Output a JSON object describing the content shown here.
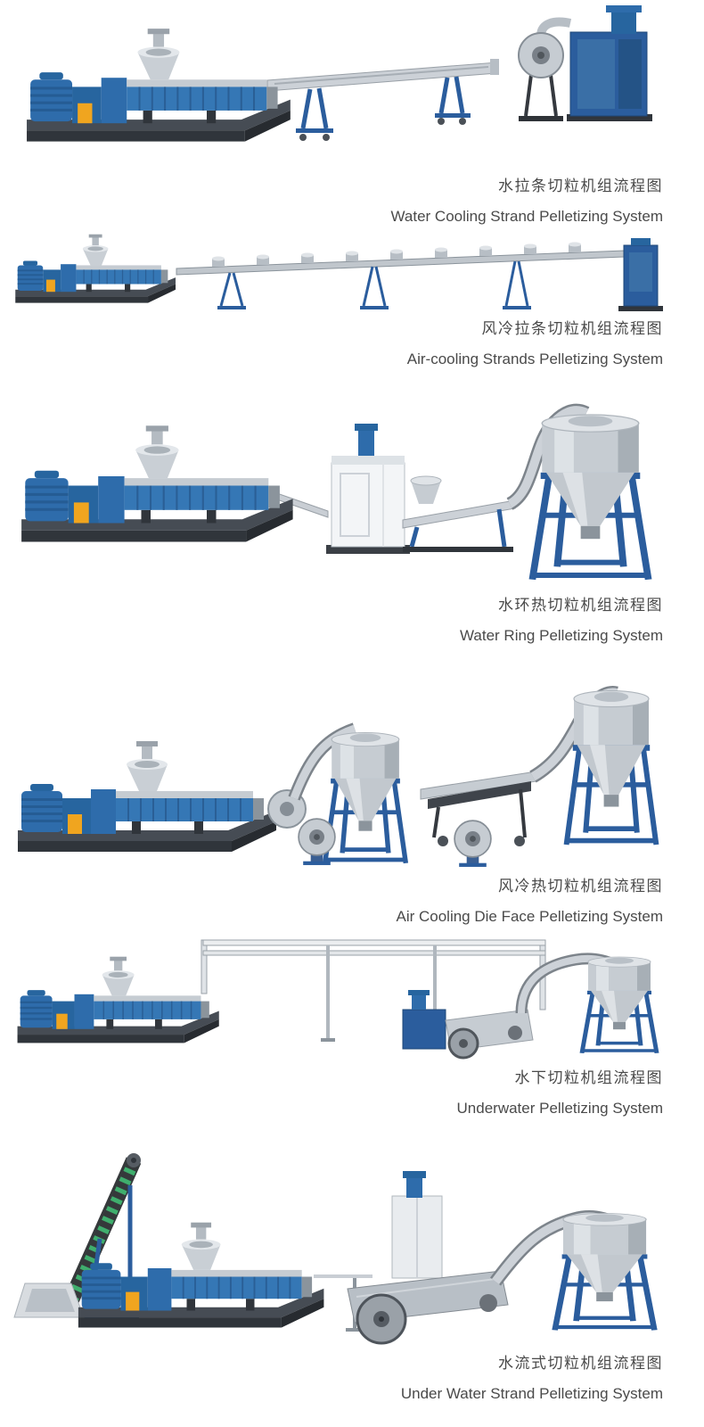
{
  "page": {
    "background": "#ffffff",
    "caption_text_color": "#4a4a4a"
  },
  "colors": {
    "machine_blue": "#2e6cab",
    "machine_blue_dark": "#2b5d9d",
    "base_dark": "#3a3f45",
    "steel_light": "#ccd1d7",
    "steel_mid": "#aeb5bc",
    "accent_yellow": "#f0a51f",
    "conveyor_green": "#3fae6d"
  },
  "sections": [
    {
      "id": "water-cooling-strand",
      "caption_cn": "水拉条切粒机组流程图",
      "caption_en": "Water Cooling Strand Pelletizing System"
    },
    {
      "id": "air-cooling-strands",
      "caption_cn": "风冷拉条切粒机组流程图",
      "caption_en": "Air-cooling Strands Pelletizing System"
    },
    {
      "id": "water-ring",
      "caption_cn": "水环热切粒机组流程图",
      "caption_en": "Water Ring Pelletizing System"
    },
    {
      "id": "air-cooling-die-face",
      "caption_cn": "风冷热切粒机组流程图",
      "caption_en": "Air Cooling Die Face Pelletizing System"
    },
    {
      "id": "underwater",
      "caption_cn": "水下切粒机组流程图",
      "caption_en": "Underwater Pelletizing System"
    },
    {
      "id": "under-water-strand",
      "caption_cn": "水流式切粒机组流程图",
      "caption_en": "Under Water Strand Pelletizing System"
    }
  ]
}
